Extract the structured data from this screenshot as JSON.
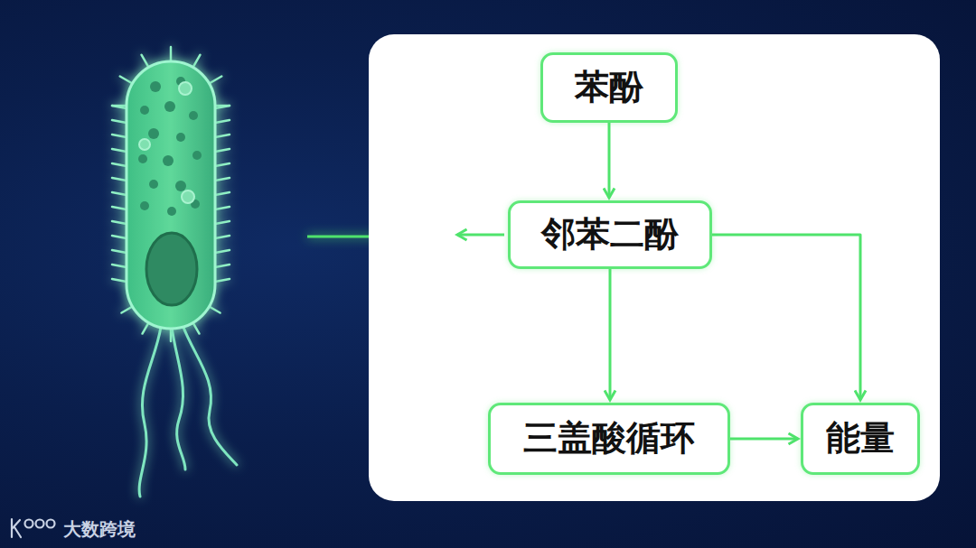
{
  "diagram": {
    "nodes": [
      {
        "text": [
          "苯酚"
        ]
      },
      {
        "text": [
          "邻苯二酚"
        ]
      },
      {
        "text": [
          "三盖酸循环"
        ]
      },
      {
        "text": [
          "能量"
        ]
      }
    ],
    "edges": [
      {
        "from": 0,
        "to": 1,
        "arrow": "to"
      },
      {
        "from": 1,
        "to": 2,
        "arrow": "to"
      },
      {
        "from": 1,
        "to": 3,
        "arrow": "to"
      },
      {
        "from": 2,
        "to": 3,
        "arrow": "to"
      }
    ],
    "labels": [
      "大数跨境"
    ]
  }
}
